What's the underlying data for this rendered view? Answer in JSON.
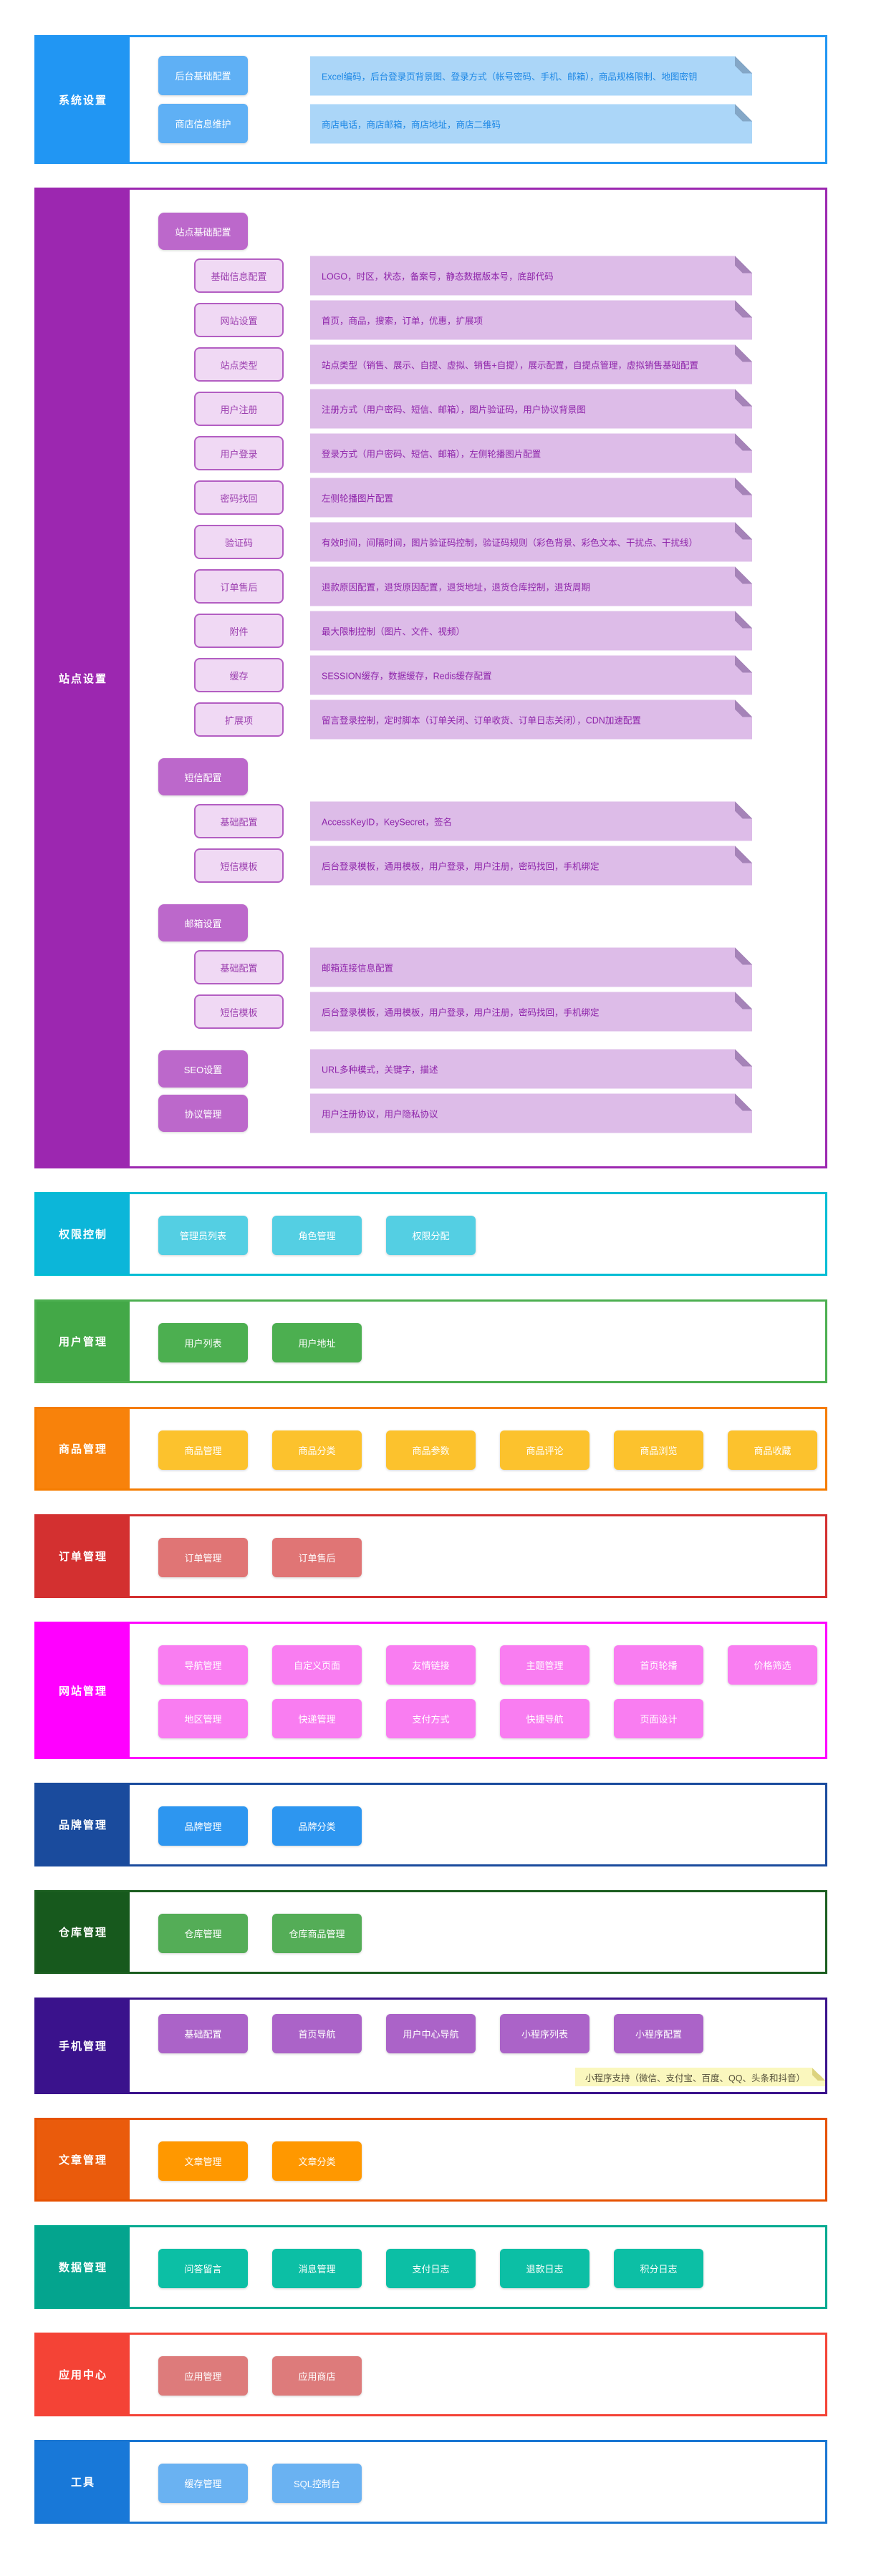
{
  "page": {
    "background": "#ffffff"
  },
  "sections": [
    {
      "id": "system-settings",
      "label": "系统设置",
      "type": "detail",
      "colors": {
        "border": "#2196F3",
        "sidebar": "#2196F3",
        "btn": "#5FB0F5",
        "btn_text": "#ffffff",
        "note_bg": "#ABD6F8",
        "note_text": "#1E88E5",
        "note_fold": "#84A7C7"
      },
      "rows": [
        {
          "label": "后台基础配置",
          "note": "Excel编码，后台登录页背景图、登录方式（帐号密码、手机、邮箱），商品规格限制、地图密钥"
        },
        {
          "label": "商店信息维护",
          "note": "商店电话，商店邮箱，商店地址，商店二维码"
        }
      ]
    },
    {
      "id": "site-settings",
      "label": "站点设置",
      "type": "tree",
      "colors": {
        "border": "#9C27B0",
        "sidebar": "#9C27B0",
        "btn": "#BC68CB",
        "btn_text": "#ffffff",
        "btn2_bg": "#F0D9F4",
        "btn2_border": "#B35EC2",
        "btn2_text": "#9C3FAF",
        "note_bg": "#DDBCE8",
        "note_text": "#8E24AA",
        "note_fold": "#A583B8"
      },
      "rows": [
        {
          "label": "站点基础配置",
          "level": 1
        },
        {
          "label": "基础信息配置",
          "level": 2,
          "note": "LOGO，时区，状态，备案号，静态数据版本号，底部代码"
        },
        {
          "label": "网站设置",
          "level": 2,
          "note": "首页，商品，搜索，订单，优惠，扩展项"
        },
        {
          "label": "站点类型",
          "level": 2,
          "note": "站点类型（销售、展示、自提、虚拟、销售+自提），展示配置，自提点管理，虚拟销售基础配置"
        },
        {
          "label": "用户注册",
          "level": 2,
          "note": "注册方式（用户密码、短信、邮箱），图片验证码，用户协议背景图"
        },
        {
          "label": "用户登录",
          "level": 2,
          "note": "登录方式（用户密码、短信、邮箱），左侧轮播图片配置"
        },
        {
          "label": "密码找回",
          "level": 2,
          "note": "左侧轮播图片配置"
        },
        {
          "label": "验证码",
          "level": 2,
          "note": "有效时间，间隔时间，图片验证码控制，验证码规则（彩色背景、彩色文本、干扰点、干扰线）"
        },
        {
          "label": "订单售后",
          "level": 2,
          "note": "退款原因配置，退货原因配置，退货地址，退货仓库控制，退货周期"
        },
        {
          "label": "附件",
          "level": 2,
          "note": "最大限制控制（图片、文件、视频）"
        },
        {
          "label": "缓存",
          "level": 2,
          "note": "SESSION缓存，数据缓存，Redis缓存配置"
        },
        {
          "label": "扩展项",
          "level": 2,
          "note": "留言登录控制，定时脚本（订单关闭、订单收货、订单日志关闭），CDN加速配置"
        },
        {
          "label": "短信配置",
          "level": 1,
          "gap_before": true
        },
        {
          "label": "基础配置",
          "level": 2,
          "note": "AccessKeyID，KeySecret，签名"
        },
        {
          "label": "短信模板",
          "level": 2,
          "note": "后台登录模板，通用模板，用户登录，用户注册，密码找回，手机绑定"
        },
        {
          "label": "邮箱设置",
          "level": 1,
          "gap_before": true
        },
        {
          "label": "基础配置",
          "level": 2,
          "note": "邮箱连接信息配置"
        },
        {
          "label": "短信模板",
          "level": 2,
          "note": "后台登录模板，通用模板，用户登录，用户注册，密码找回，手机绑定"
        },
        {
          "label": "SEO设置",
          "level": 1,
          "note": "URL多种模式，关键字，描述",
          "gap_before": true
        },
        {
          "label": "协议管理",
          "level": 1,
          "note": "用户注册协议，用户隐私协议"
        }
      ]
    },
    {
      "id": "permission-control",
      "label": "权限控制",
      "type": "grid",
      "colors": {
        "border": "#00BCD4",
        "sidebar": "#0CB6D9",
        "btn": "#54CFE3",
        "btn_text": "#ffffff"
      },
      "button_rows": [
        [
          "管理员列表",
          "角色管理",
          "权限分配"
        ]
      ]
    },
    {
      "id": "user-management",
      "label": "用户管理",
      "type": "grid",
      "colors": {
        "border": "#4CAF50",
        "sidebar": "#43A847",
        "btn": "#4CAF50",
        "btn_text": "#ffffff"
      },
      "button_rows": [
        [
          "用户列表",
          "用户地址"
        ]
      ]
    },
    {
      "id": "goods-management",
      "label": "商品管理",
      "type": "grid",
      "colors": {
        "border": "#F57C00",
        "sidebar": "#F8820B",
        "btn": "#FCC22D",
        "btn_text": "#ffffff"
      },
      "button_rows": [
        [
          "商品管理",
          "商品分类",
          "商品参数",
          "商品评论",
          "商品浏览",
          "商品收藏"
        ]
      ]
    },
    {
      "id": "order-management",
      "label": "订单管理",
      "type": "grid",
      "colors": {
        "border": "#D32F2F",
        "sidebar": "#D33030",
        "btn": "#E07575",
        "btn_text": "#ffffff"
      },
      "button_rows": [
        [
          "订单管理",
          "订单售后"
        ]
      ]
    },
    {
      "id": "website-management",
      "label": "网站管理",
      "type": "grid",
      "colors": {
        "border": "#FF00FF",
        "sidebar": "#FF00FF",
        "btn": "#F97DF1",
        "btn_text": "#ffffff"
      },
      "button_rows": [
        [
          "导航管理",
          "自定义页面",
          "友情链接",
          "主题管理",
          "首页轮播",
          "价格筛选"
        ],
        [
          "地区管理",
          "快递管理",
          "支付方式",
          "快捷导航",
          "页面设计"
        ]
      ]
    },
    {
      "id": "brand-management",
      "label": "品牌管理",
      "type": "grid",
      "colors": {
        "border": "#1A4B9D",
        "sidebar": "#1A4B9D",
        "btn": "#2D96F0",
        "btn_text": "#ffffff"
      },
      "button_rows": [
        [
          "品牌管理",
          "品牌分类"
        ]
      ]
    },
    {
      "id": "warehouse-management",
      "label": "仓库管理",
      "type": "grid",
      "colors": {
        "border": "#1B5E20",
        "sidebar": "#17591D",
        "btn": "#54AD57",
        "btn_text": "#ffffff"
      },
      "button_rows": [
        [
          "仓库管理",
          "仓库商品管理"
        ]
      ]
    },
    {
      "id": "mobile-management",
      "label": "手机管理",
      "type": "grid",
      "colors": {
        "border": "#3A128C",
        "sidebar": "#3A128C",
        "btn": "#AB63C8",
        "btn_text": "#ffffff",
        "footnote_bg": "#FAF7BE",
        "footnote_text": "#55503A",
        "footnote_fold": "#DCD37E"
      },
      "button_rows": [
        [
          "基础配置",
          "首页导航",
          "用户中心导航",
          "小程序列表",
          "小程序配置"
        ]
      ],
      "footnote": "小程序支持（微信、支付宝、百度、QQ、头条和抖音）"
    },
    {
      "id": "article-management",
      "label": "文章管理",
      "type": "grid",
      "colors": {
        "border": "#E65100",
        "sidebar": "#EA5B0C",
        "btn": "#FF9800",
        "btn_text": "#ffffff"
      },
      "button_rows": [
        [
          "文章管理",
          "文章分类"
        ]
      ]
    },
    {
      "id": "data-management",
      "label": "数据管理",
      "type": "grid",
      "colors": {
        "border": "#00A98F",
        "sidebar": "#04A48E",
        "btn": "#0CBFA5",
        "btn_text": "#ffffff"
      },
      "button_rows": [
        [
          "问答留言",
          "消息管理",
          "支付日志",
          "退款日志",
          "积分日志"
        ]
      ]
    },
    {
      "id": "app-center",
      "label": "应用中心",
      "type": "grid",
      "colors": {
        "border": "#F44336",
        "sidebar": "#F44336",
        "btn": "#DD7B7B",
        "btn_text": "#ffffff"
      },
      "button_rows": [
        [
          "应用管理",
          "应用商店"
        ]
      ]
    },
    {
      "id": "tools",
      "label": "工具",
      "type": "grid",
      "colors": {
        "border": "#1976D2",
        "sidebar": "#1878D8",
        "btn": "#6AB2F2",
        "btn_text": "#ffffff"
      },
      "button_rows": [
        [
          "缓存管理",
          "SQL控制台"
        ]
      ]
    }
  ]
}
